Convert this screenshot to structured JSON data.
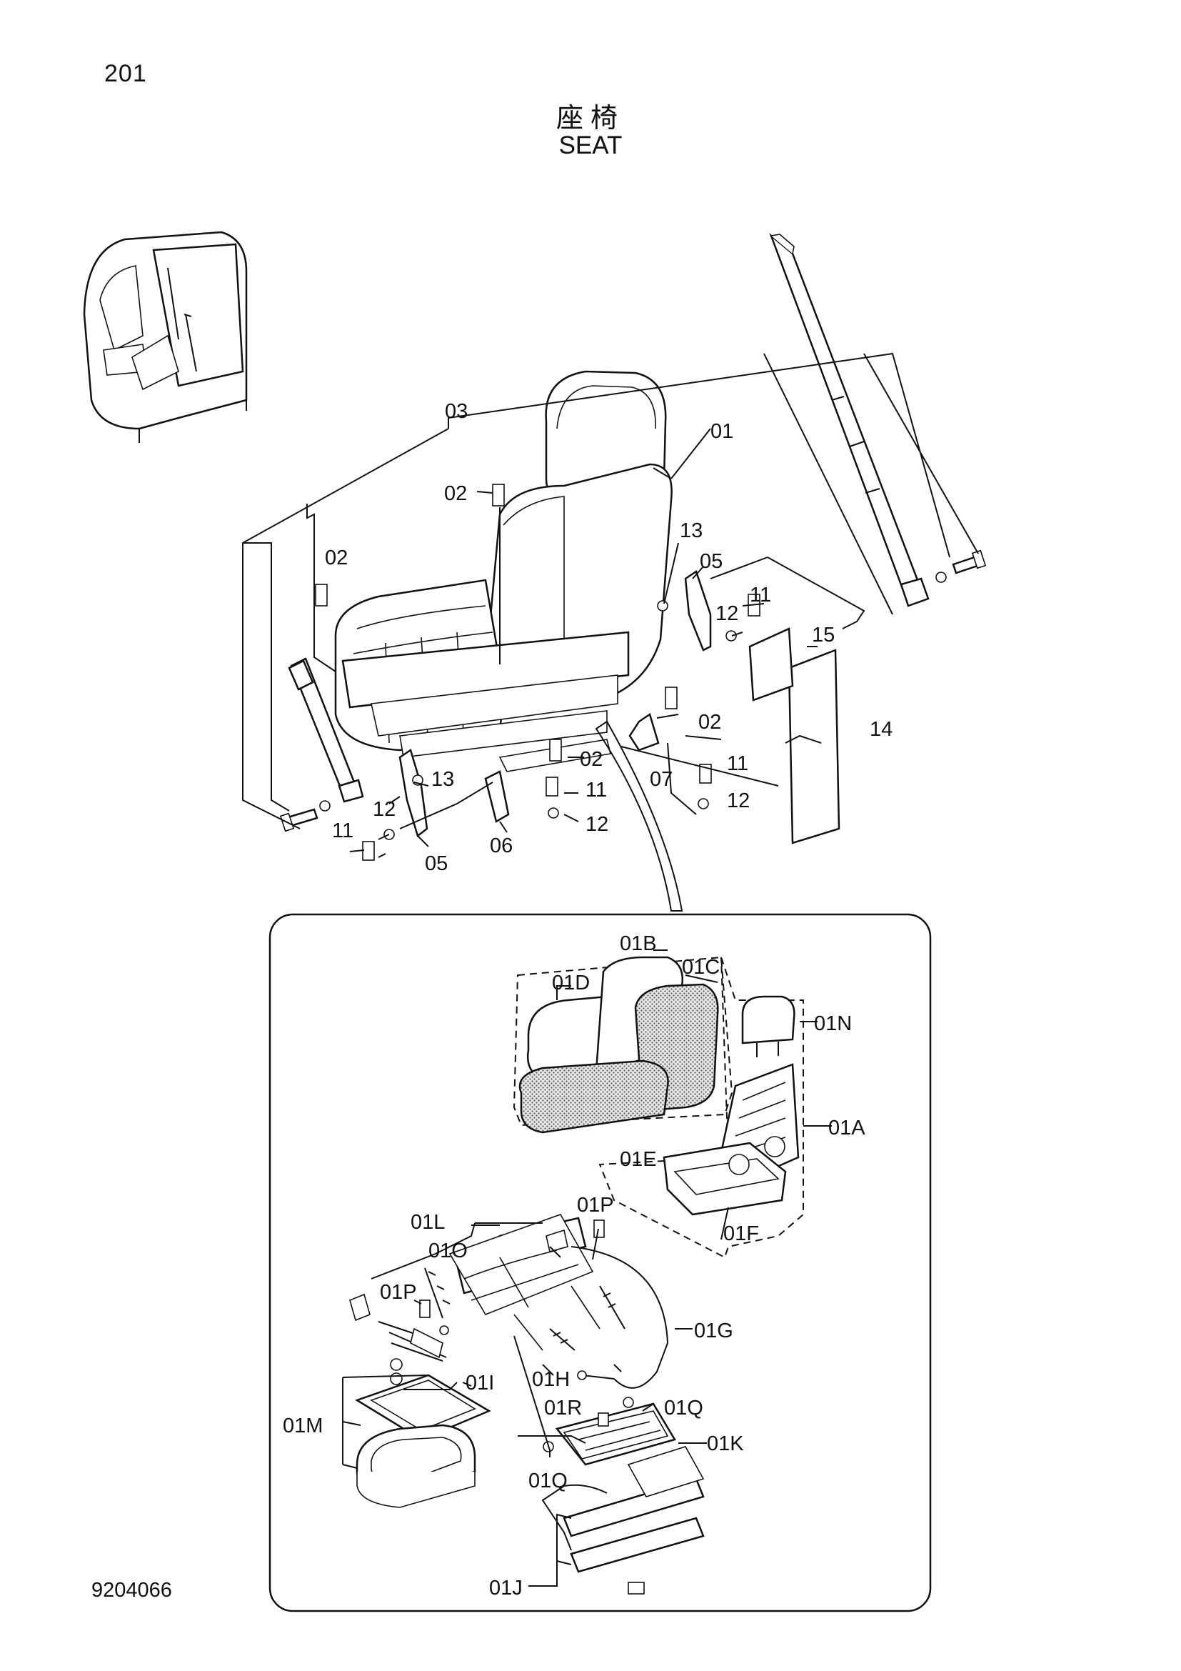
{
  "page_number": "201",
  "title_ja": "座椅",
  "title_en": "SEAT",
  "doc_number": "9204066",
  "labels": {
    "l01": "01",
    "l02a": "02",
    "l02b": "02",
    "l02c": "02",
    "l02d": "02",
    "l03": "03",
    "l05a": "05",
    "l05b": "05",
    "l06": "06",
    "l07": "07",
    "l11a": "11",
    "l11b": "11",
    "l11c": "11",
    "l11d": "11",
    "l12a": "12",
    "l12b": "12",
    "l12c": "12",
    "l12d": "12",
    "l13a": "13",
    "l13b": "13",
    "l14": "14",
    "l15": "15",
    "l01A": "01A",
    "l01B": "01B",
    "l01C": "01C",
    "l01D": "01D",
    "l01E": "01E",
    "l01F": "01F",
    "l01G": "01G",
    "l01H": "01H",
    "l01I": "01I",
    "l01J": "01J",
    "l01K": "01K",
    "l01L": "01L",
    "l01M": "01M",
    "l01N": "01N",
    "l01O": "01O",
    "l01Pa": "01P",
    "l01Pb": "01P",
    "l01Qa": "01Q",
    "l01Qb": "01Q",
    "l01R": "01R"
  }
}
